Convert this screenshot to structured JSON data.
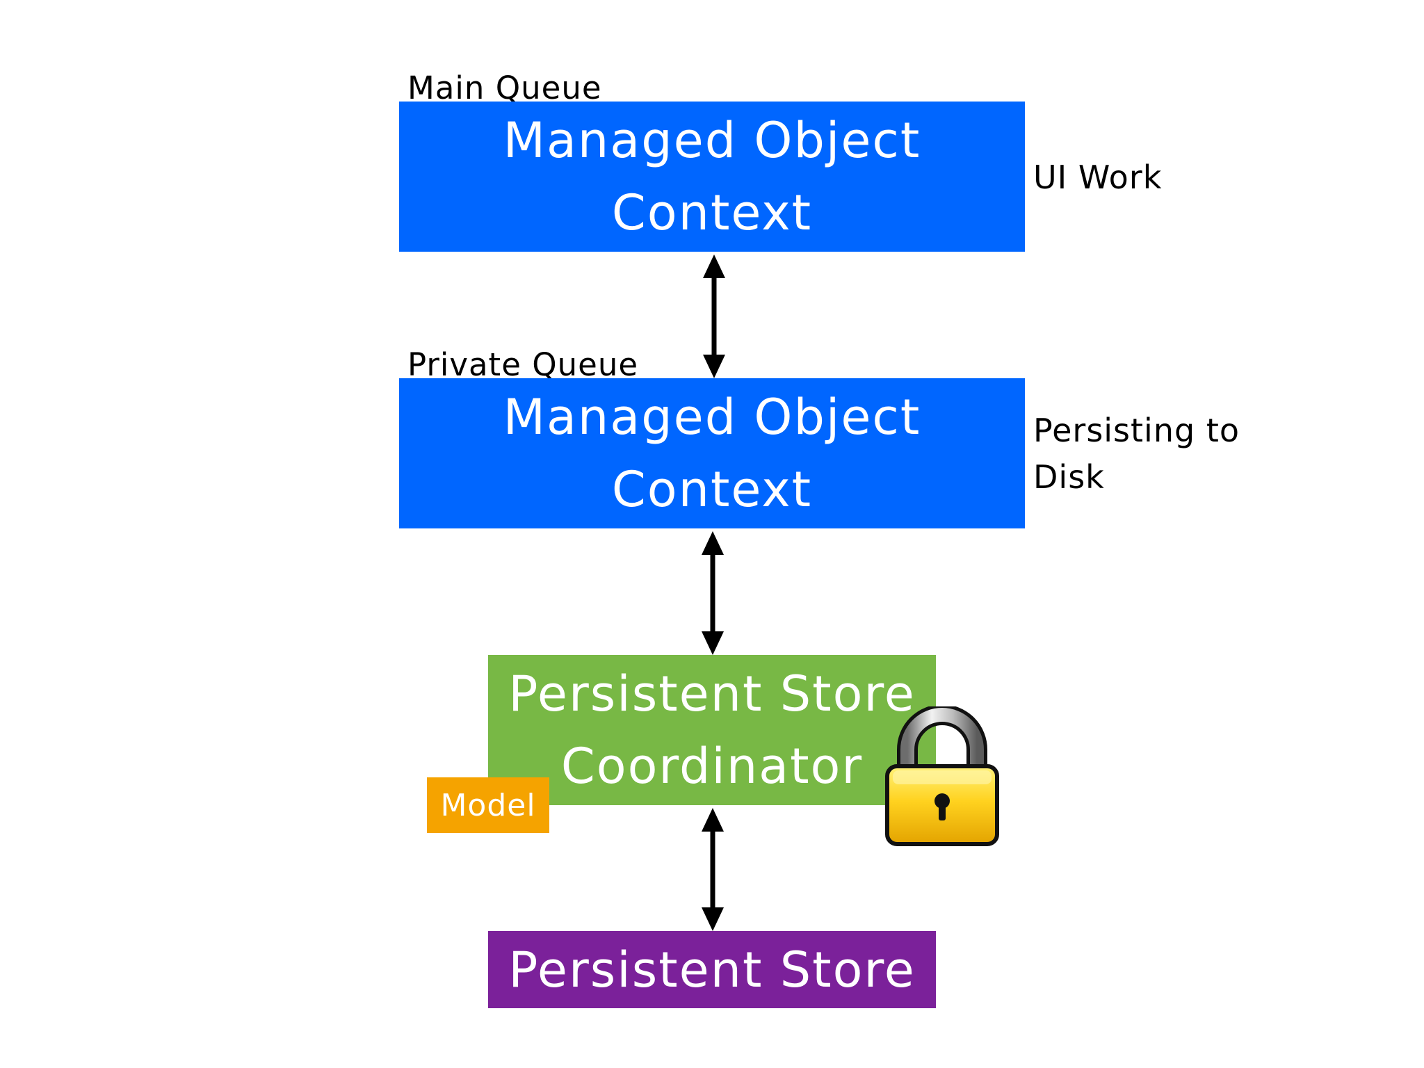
{
  "main_queue": {
    "label": "Main Queue",
    "box_lines": [
      "Managed Object",
      "Context"
    ],
    "side_label": "UI Work"
  },
  "private_queue": {
    "label": "Private Queue",
    "box_lines": [
      "Managed Object",
      "Context"
    ],
    "side_label_lines": [
      "Persisting to",
      "Disk"
    ]
  },
  "coordinator": {
    "box_lines": [
      "Persistent Store",
      "Coordinator"
    ],
    "model_badge": "Model",
    "lock_icon": "padlock-icon"
  },
  "store": {
    "label": "Persistent Store"
  },
  "colors": {
    "context_blue": "#0066ff",
    "coordinator_green": "#78b845",
    "store_purple": "#7b219a",
    "model_orange": "#f5a300",
    "lock_gold": "#ffd21f"
  }
}
